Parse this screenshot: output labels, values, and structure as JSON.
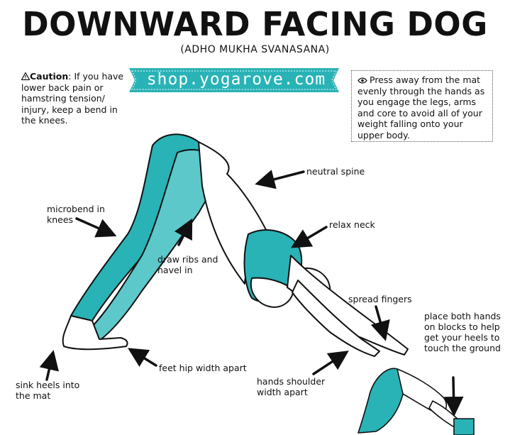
{
  "header": {
    "title": "DOWNWARD FACING DOG",
    "subtitle": "(ADHO MUKHA SVANASANA)"
  },
  "banner": {
    "text": "shop.yogarove.com"
  },
  "caution": {
    "label": "Caution",
    "text": ": If you have lower back pain or hamstring tension/ injury, keep a bend in the knees."
  },
  "tip": {
    "text": "Press away from the mat evenly through the hands as you engage the legs, arms and core to avoid all of your weight falling onto your upper body."
  },
  "labels": {
    "neutral_spine": "neutral spine",
    "microbend": "microbend in knees",
    "relax_neck": "relax neck",
    "draw_ribs": "draw ribs and navel in",
    "spread_fingers": "spread fingers",
    "blocks": "place both hands on blocks to help get your heels to touch the ground",
    "feet": "feet hip width apart",
    "sink_heels": "sink heels into the mat",
    "hands_shoulder": "hands shoulder width apart"
  },
  "colors": {
    "accent": "#29b3b6",
    "accent_dark": "#1f8f92",
    "ink": "#111111"
  },
  "icons": {
    "caution": "warning-triangle-icon",
    "tip": "eye-icon"
  }
}
